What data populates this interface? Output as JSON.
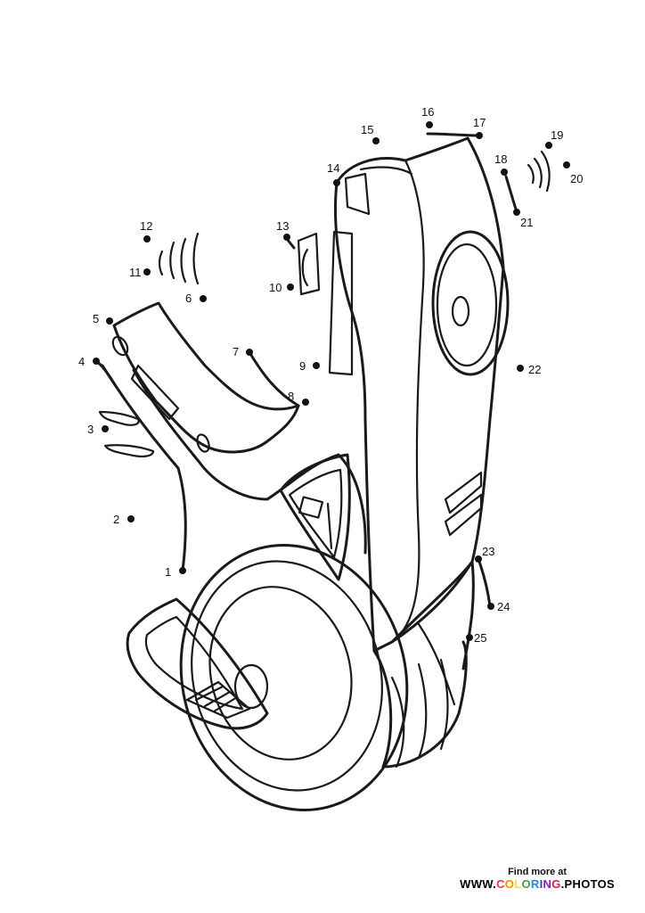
{
  "numbers": [
    "1",
    "2",
    "3",
    "4",
    "5",
    "6",
    "7",
    "8",
    "9",
    "10",
    "11",
    "12",
    "13",
    "14",
    "15",
    "16",
    "17",
    "18",
    "19",
    "20",
    "21",
    "22",
    "23",
    "24",
    "25"
  ],
  "footer": {
    "find_more": "Find more at",
    "site_prefix": "WWW.",
    "site_brand_letters": [
      "C",
      "O",
      "L",
      "O",
      "R",
      "I",
      "N",
      "G"
    ],
    "site_suffix": ".PHOTOS",
    "brand_colors": [
      "#e53935",
      "#fb8c00",
      "#fdd835",
      "#43a047",
      "#1e88e5",
      "#3949ab",
      "#8e24aa",
      "#d81b60"
    ]
  }
}
